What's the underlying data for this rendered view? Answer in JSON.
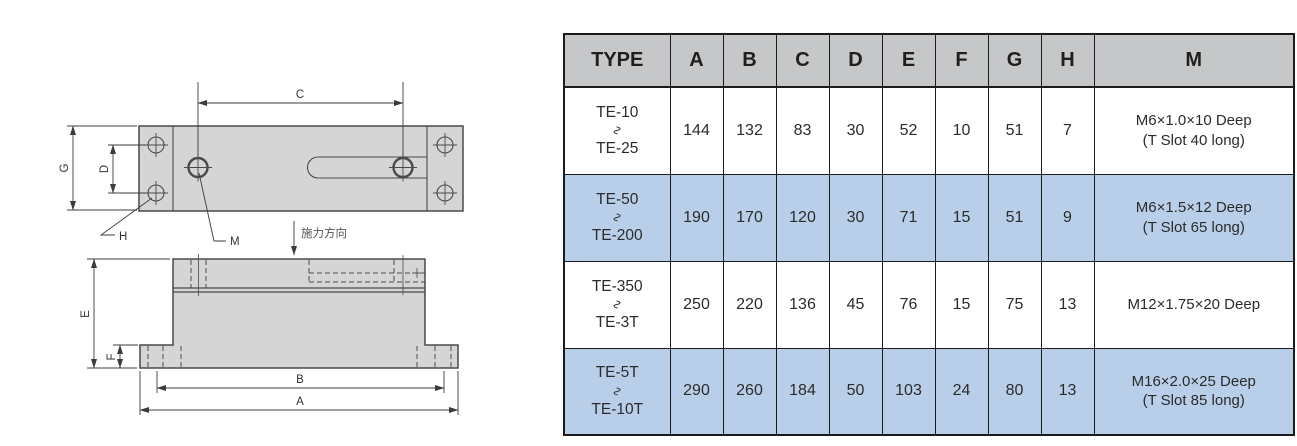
{
  "drawing": {
    "force_direction_label": "施力方向",
    "dimension_labels": {
      "a": "A",
      "b": "B",
      "c": "C",
      "d": "D",
      "e": "E",
      "f": "F",
      "g": "G",
      "h": "H",
      "m": "M"
    },
    "part_fill_color": "#d5d5d5",
    "part_line_color": "#4a4a4a",
    "dimension_line_color": "#3c3c3c"
  },
  "table": {
    "header_bg_color": "#c6c7c8",
    "highlight_row_color": "#b9cfe9",
    "headers": [
      "TYPE",
      "A",
      "B",
      "C",
      "D",
      "E",
      "F",
      "G",
      "H",
      "M"
    ],
    "rows": [
      {
        "type": {
          "from": "TE-10",
          "separator": "∿",
          "to": "TE-25"
        },
        "a": "144",
        "b": "132",
        "c": "83",
        "d": "30",
        "e": "52",
        "f": "10",
        "g": "51",
        "h": "7",
        "m_line1": "M6×1.0×10 Deep",
        "m_line2": "(T Slot 40 long)",
        "highlighted": false
      },
      {
        "type": {
          "from": "TE-50",
          "separator": "∿",
          "to": "TE-200"
        },
        "a": "190",
        "b": "170",
        "c": "120",
        "d": "30",
        "e": "71",
        "f": "15",
        "g": "51",
        "h": "9",
        "m_line1": "M6×1.5×12 Deep",
        "m_line2": "(T Slot 65 long)",
        "highlighted": true
      },
      {
        "type": {
          "from": "TE-350",
          "separator": "∿",
          "to": "TE-3T"
        },
        "a": "250",
        "b": "220",
        "c": "136",
        "d": "45",
        "e": "76",
        "f": "15",
        "g": "75",
        "h": "13",
        "m_line1": "M12×1.75×20 Deep",
        "m_line2": "",
        "highlighted": false
      },
      {
        "type": {
          "from": "TE-5T",
          "separator": "∿",
          "to": "TE-10T"
        },
        "a": "290",
        "b": "260",
        "c": "184",
        "d": "50",
        "e": "103",
        "f": "24",
        "g": "80",
        "h": "13",
        "m_line1": "M16×2.0×25 Deep",
        "m_line2": "(T Slot 85 long)",
        "highlighted": true
      }
    ]
  }
}
